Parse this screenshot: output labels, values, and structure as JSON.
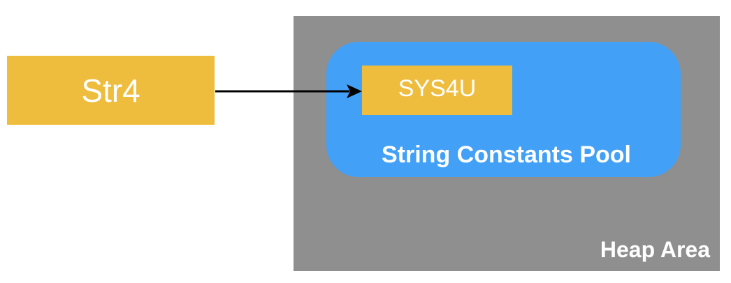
{
  "variable": {
    "label": "Str4"
  },
  "heap": {
    "label": "Heap Area",
    "pool": {
      "label": "String Constants Pool",
      "entries": [
        {
          "value": "SYS4U"
        }
      ]
    }
  },
  "colors": {
    "heap": "#8f8f8f",
    "pool": "#42a0f6",
    "box": "#efbd3d",
    "text": "#ffffff",
    "arrow": "#000000"
  }
}
